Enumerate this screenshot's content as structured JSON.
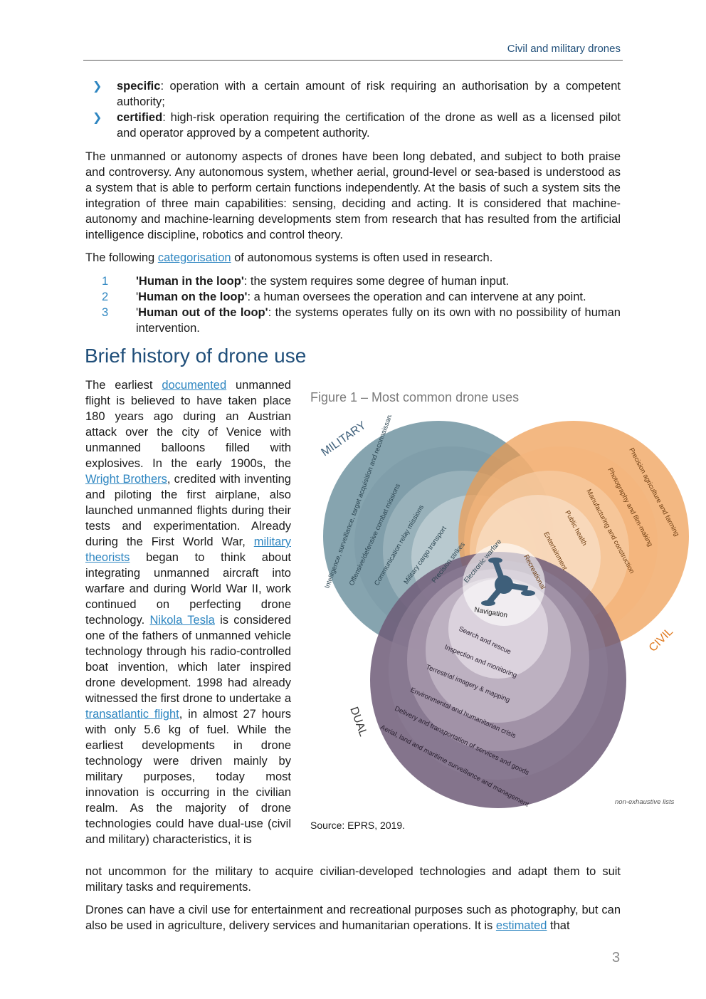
{
  "header": {
    "title": "Civil and military drones"
  },
  "bullets": [
    {
      "term": "specific",
      "text": ": operation with a certain amount of risk requiring an authorisation by a competent authority;"
    },
    {
      "term": "certified",
      "text": ": high-risk operation requiring the certification of the drone as well as a licensed pilot and operator approved by a competent authority."
    }
  ],
  "para1": "The unmanned or autonomy aspects of drones have been long debated, and subject to both praise and controversy. Any autonomous system, whether aerial, ground-level or sea-based is understood as a system that is able to perform certain functions independently. At the basis of such a system sits the integration of three main capabilities: sensing, deciding and acting. It is considered that machine-autonomy and machine-learning developments stem from research that has resulted from the artificial intelligence discipline, robotics and control theory.",
  "para2": {
    "before": "The following ",
    "link": "categorisation",
    "after": " of autonomous systems is often used in research."
  },
  "numlist": [
    {
      "num": "1",
      "pre": "",
      "term": "'Human in the loop'",
      "text": ": the system requires some degree of human input."
    },
    {
      "num": "2",
      "pre": "'",
      "term": "Human on the loop'",
      "text": ": a human oversees the operation and can intervene at any point."
    },
    {
      "num": "3",
      "pre": "'",
      "term": "Human out of the loop'",
      "text": ": the systems operates fully on its own with no possibility of human intervention."
    }
  ],
  "section_heading": "Brief history of drone use",
  "history": {
    "t1": "The earliest ",
    "l1": "documented",
    "t2": " unmanned flight is believed to have taken place 180 years ago during an Austrian attack over the city of Venice with unmanned balloons filled with explosives. In the early 1900s, the ",
    "l2": "Wright Brothers",
    "t3": ", credited with inventing and piloting the first airplane, also launched unmanned flights during their tests and experimentation. Already during the First World War, ",
    "l3": "military theorists",
    "t4": " began to think about integrating unmanned aircraft into warfare and during World War II, work continued on perfecting drone technology. ",
    "l4": "Nikola Tesla",
    "t5": " is considered one of the fathers of unmanned vehicle technology through his radio-controlled boat invention, which later inspired drone development. 1998 had already witnessed the first drone to undertake a ",
    "l5": "transatlantic flight",
    "t6": ", in almost 27 hours with only 5.6 kg of fuel. While the earliest developments in drone technology were driven mainly by military purposes, today most innovation is occurring in the civilian realm. As the majority of drone technologies could have dual-use (civil and military) characteristics, it is",
    "cont": "not uncommon for the military to acquire civilian-developed technologies and adapt them to suit military tasks and requirements."
  },
  "para4": {
    "before": "Drones can have a civil use for entertainment and recreational purposes such as photography, but can also be used in agriculture, delivery services and humanitarian operations. It is ",
    "link": "estimated",
    "after": " that"
  },
  "figure": {
    "title": "Figure 1 – Most common drone uses",
    "colors": {
      "military": "#5e8594",
      "civil": "#ee9a4d",
      "dual": "#6e5c78",
      "drone": "#3e5f7a"
    },
    "labels": {
      "military": "MILITARY",
      "civil": "CIVIL",
      "dual": "DUAL",
      "navigation": "Navigation",
      "note": "non-exhaustive lists"
    },
    "military_items": [
      "Intelligence, surveillance, target acquisition and reconnaissance (ISTAR) missions",
      "Offensive/defensive combat missions",
      "Communication relay missions",
      "Military cargo transport",
      "Precision strikes",
      "Electronic warfare"
    ],
    "civil_items": [
      "Precision agriculture and farming",
      "Photography and film-making",
      "Manufacturing and construction",
      "Public health",
      "Entertainment",
      "Recreational"
    ],
    "dual_items": [
      "Search and rescue",
      "Inspection and monitoring",
      "Terrestrial imagery & mapping",
      "Environmental and humanitarian crisis",
      "Delivery and transportation of services and goods",
      "Aerial, land and maritime surveillance and management"
    ]
  },
  "source": "Source: EPRS, 2019.",
  "page_number": "3"
}
